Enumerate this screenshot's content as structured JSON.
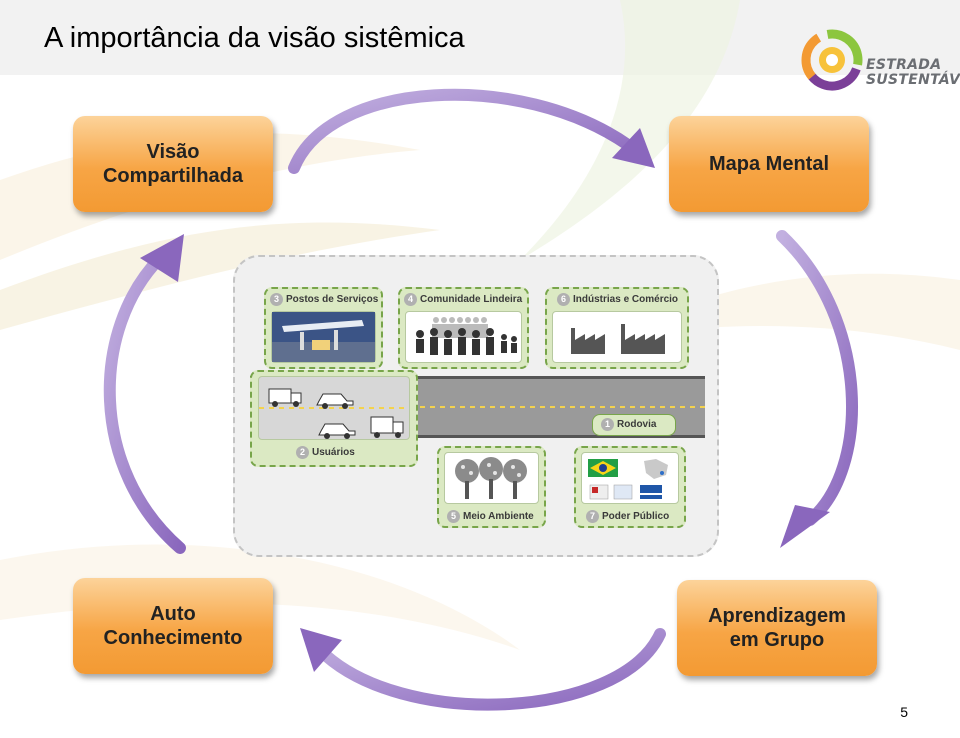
{
  "slide": {
    "title": "A importância da visão sistêmica",
    "page_number": "5"
  },
  "logo": {
    "line1": "ESTRADA",
    "line2": "SUSTENTÁVEL"
  },
  "cycle": [
    {
      "id": "shared-vision",
      "label": "Visão Compartilhada"
    },
    {
      "id": "mind-map",
      "label": "Mapa Mental"
    },
    {
      "id": "group-learning",
      "label": "Aprendizagem em Grupo"
    },
    {
      "id": "self-knowledge",
      "label": "Auto Conhecimento"
    }
  ],
  "map": {
    "stakeholders": [
      {
        "num": "1",
        "label": "Rodovia"
      },
      {
        "num": "2",
        "label": "Usuários"
      },
      {
        "num": "3",
        "label": "Postos de Serviços"
      },
      {
        "num": "4",
        "label": "Comunidade Lindeira"
      },
      {
        "num": "5",
        "label": "Meio Ambiente"
      },
      {
        "num": "6",
        "label": "Indústrias e Comércio"
      },
      {
        "num": "7",
        "label": "Poder Público"
      }
    ]
  },
  "colors": {
    "box_orange": "#f7a545",
    "arrow_purple": "#9b7dc6",
    "card_green": "#dbe9c3",
    "logo_green": "#8cc63f",
    "logo_purple": "#7b3f98",
    "logo_orange": "#f39a33"
  }
}
